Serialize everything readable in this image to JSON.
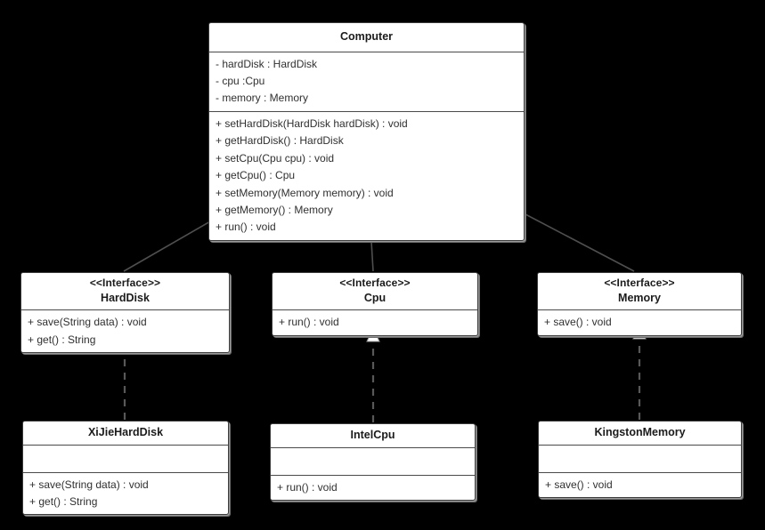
{
  "diagram": {
    "type": "uml-class-diagram",
    "background_color": "#000000",
    "box_fill_color": "#ffffff",
    "line_color": "#4f4f4f",
    "stereotype_text": "<<Interface>>",
    "classes": [
      {
        "id": "computer",
        "name": "Computer",
        "stereotype": "",
        "attributes": [
          "- hardDisk : HardDisk",
          "- cpu :Cpu",
          "- memory : Memory"
        ],
        "methods": [
          "+ setHardDisk(HardDisk hardDisk) : void",
          "+ getHardDisk() : HardDisk",
          "+ setCpu(Cpu cpu) : void",
          "+ getCpu() : Cpu",
          "+ setMemory(Memory memory) : void",
          "+ getMemory() : Memory",
          "+ run() : void"
        ]
      },
      {
        "id": "harddisk",
        "name": "HardDisk",
        "stereotype": "<<Interface>>",
        "attributes": [],
        "methods": [
          "+ save(String data) : void",
          "+ get() : String"
        ]
      },
      {
        "id": "cpu",
        "name": "Cpu",
        "stereotype": "<<Interface>>",
        "attributes": [],
        "methods": [
          "+ run() : void"
        ]
      },
      {
        "id": "memory",
        "name": "Memory",
        "stereotype": "<<Interface>>",
        "attributes": [],
        "methods": [
          "+ save() : void"
        ]
      },
      {
        "id": "xijieharddisk",
        "name": "XiJieHardDisk",
        "stereotype": "",
        "attributes": [],
        "methods": [
          "+ save(String data) : void",
          "+ get() : String"
        ]
      },
      {
        "id": "intelcpu",
        "name": "IntelCpu",
        "stereotype": "",
        "attributes": [],
        "methods": [
          "+ run() : void"
        ]
      },
      {
        "id": "kingstonmemory",
        "name": "KingstonMemory",
        "stereotype": "",
        "attributes": [],
        "methods": [
          "+ save() : void"
        ]
      }
    ],
    "relationships": [
      {
        "kind": "composition",
        "from": "harddisk",
        "to": "computer",
        "notation": "filled-diamond"
      },
      {
        "kind": "composition",
        "from": "cpu",
        "to": "computer",
        "notation": "filled-diamond"
      },
      {
        "kind": "composition",
        "from": "memory",
        "to": "computer",
        "notation": "filled-diamond"
      },
      {
        "kind": "realization",
        "from": "xijieharddisk",
        "to": "harddisk",
        "notation": "dashed-hollow-triangle"
      },
      {
        "kind": "realization",
        "from": "intelcpu",
        "to": "cpu",
        "notation": "dashed-hollow-triangle"
      },
      {
        "kind": "realization",
        "from": "kingstonmemory",
        "to": "memory",
        "notation": "dashed-hollow-triangle"
      }
    ]
  }
}
